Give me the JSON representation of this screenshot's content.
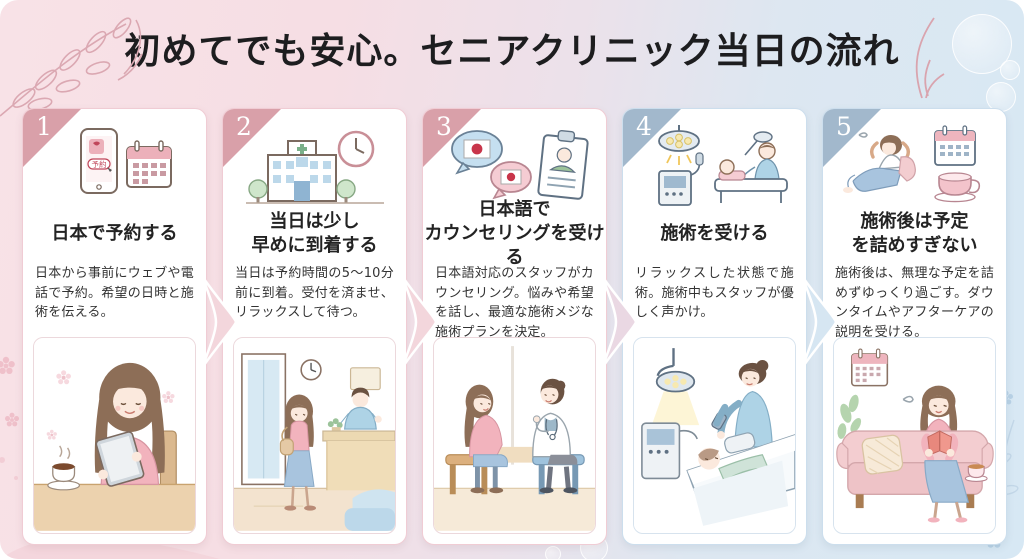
{
  "page": {
    "title": "初めてでも安心。セニアクリニック当日の流れ",
    "background_left": "#f8e2e7",
    "background_right": "#d7e8f4"
  },
  "steps": [
    {
      "number": "1",
      "accent": "#d9a0a9",
      "border": "#f0ccd4",
      "title_line1": "日本で予約する",
      "body": "日本から事前にウェブや電話で予約。希望の日時と施術を伝える。",
      "phone_button_label": "予約",
      "icons": [
        "smartphone-reservation-icon",
        "calendar-icon"
      ],
      "illustration": "woman-booking-on-tablet-with-coffee"
    },
    {
      "number": "2",
      "accent": "#d9a0a9",
      "border": "#f0ccd4",
      "title_line1": "当日は少し",
      "title_line2": "早めに到着する",
      "body": "当日は予約時間の5〜10分前に到着。受付を済ませ、リラックスして待つ。",
      "icons": [
        "hospital-building-icon",
        "clock-icon"
      ],
      "illustration": "woman-arriving-at-reception"
    },
    {
      "number": "3",
      "accent": "#d9a0a9",
      "border": "#f0ccd4",
      "title_line1": "日本語で",
      "title_line2": "カウンセリングを受ける",
      "body": "日本語対応のスタッフがカウンセリング。悩みや希望を話し、最適な施術メジな施術プランを決定。",
      "icons": [
        "japanese-speech-bubbles-icon",
        "doctor-clipboard-icon"
      ],
      "illustration": "counseling-with-doctor"
    },
    {
      "number": "4",
      "accent": "#a2b8cc",
      "border": "#ccdeed",
      "title_line1": "施術を受ける",
      "body": "リラックスした状態で施術。施術中もスタッフが優しく声かけ。",
      "icons": [
        "treatment-lamp-icon",
        "treatment-machine-icon",
        "treatment-bed-icon"
      ],
      "illustration": "patient-receiving-facial-treatment"
    },
    {
      "number": "5",
      "accent": "#a2b8cc",
      "border": "#ccdeed",
      "title_line1": "施術後は予定",
      "title_line2": "を詰めすぎない",
      "body": "施術後は、無理な予定を詰めずゆっくり過ごす。ダウンタイムやアフターケアの説明を受ける。",
      "icons": [
        "relaxing-person-icon",
        "calendar-icon",
        "tea-cup-icon"
      ],
      "illustration": "woman-relaxing-on-sofa-reading"
    }
  ],
  "arrows": [
    {
      "fill": "#f3d6dc"
    },
    {
      "fill": "#f3d6dc"
    },
    {
      "fill": "#ead8e3"
    },
    {
      "fill": "#d6e6f2"
    }
  ],
  "decor": {
    "branch_color": "#dba8b2",
    "blue_floral_color": "#b9d2e6",
    "pink_floral_color": "#eeb9c4"
  }
}
